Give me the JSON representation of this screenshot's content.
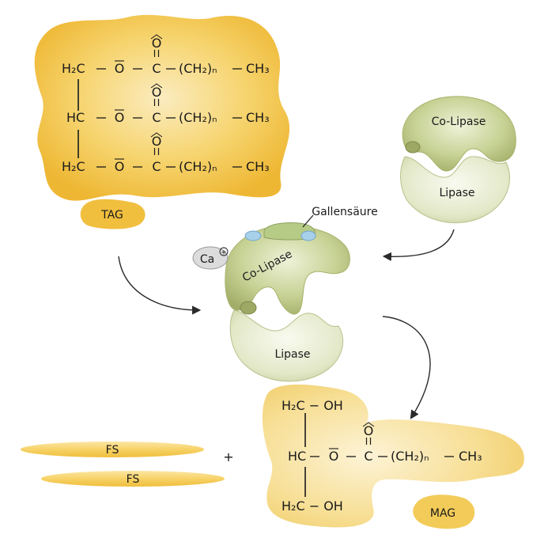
{
  "tag": {
    "label": "TAG",
    "rows": [
      {
        "left": "H₂C",
        "mid": "O",
        "carb": "C",
        "chain": "(CH₂)ₙ",
        "end": "CH₃"
      },
      {
        "left": "HC",
        "mid": "O",
        "carb": "C",
        "chain": "(CH₂)ₙ",
        "end": "CH₃"
      },
      {
        "left": "H₂C",
        "mid": "O",
        "carb": "C",
        "chain": "(CH₂)ₙ",
        "end": "CH₃"
      }
    ],
    "carbonyl_O": "O"
  },
  "enzyme_top": {
    "colipase": "Co-Lipase",
    "lipase": "Lipase"
  },
  "enzyme_complex": {
    "gallensaeure": "Gallensäure",
    "calcium": "Ca",
    "calcium_charge": "+",
    "colipase": "Co-Lipase",
    "lipase": "Lipase"
  },
  "products": {
    "fs_1": "FS",
    "fs_2": "FS",
    "plus": "+",
    "mag": {
      "label": "MAG",
      "top": "H₂C − OH",
      "mid_left": "HC",
      "mid_o": "O",
      "mid_c": "C",
      "mid_chain": "(CH₂)ₙ",
      "mid_end": "CH₃",
      "bottom": "H₂C − OH",
      "carbonyl_O": "O"
    }
  },
  "colors": {
    "fat_yellow": "#f3c245",
    "fat_light": "#f8dc8a",
    "mag_yellow": "#f5d67a",
    "enzyme_green": "#bcc98a",
    "enzyme_light": "#e3e8c8",
    "enzyme_dark": "#8f9b59",
    "lipase_fill": "#e9ecd3",
    "ca_gray": "#d9d9d9",
    "bile_blue": "#9cc8e4",
    "arrow": "#2a2a2a"
  }
}
